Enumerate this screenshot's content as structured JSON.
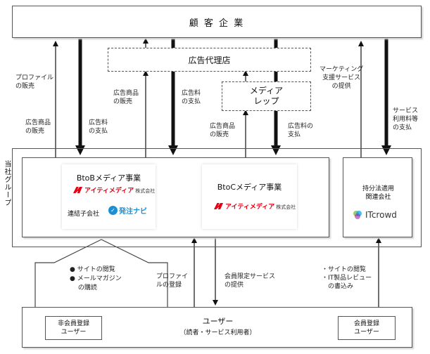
{
  "customer": "顧 客 企 業",
  "agency": "広告代理店",
  "media_rep": "メディア\nレップ",
  "group": {
    "side_label": "当社グループ",
    "btob": {
      "title": "BtoBメディア事業",
      "logo_text": "アイティメディア",
      "logo_sub": "株式会社",
      "subsidiary_label": "連結子会社",
      "subsidiary_logo": "発注ナビ"
    },
    "btoc": {
      "title": "BtoCメディア事業",
      "logo_text": "アイティメディア",
      "logo_sub": "株式会社"
    },
    "affiliate": {
      "title": "持分法適用\n関連会社",
      "logo": "ITcrowd"
    }
  },
  "user": {
    "title": "ユーザー",
    "subtitle": "（読者・サービス利用者）",
    "non_member": "非会員登録\nユーザー",
    "member": "会員登録\nユーザー"
  },
  "labels": {
    "profile_sale": "プロファイル\nの販売",
    "ad_product_sale_1": "広告商品\nの販売",
    "ad_fee_pay_1": "広告料\nの支払",
    "ad_product_sale_2": "広告商品\nの販売",
    "ad_fee_pay_2": "広告料\nの支払",
    "ad_product_sale_3": "広告商品\nの販売",
    "ad_fee_pay_3": "広告料の\n支払",
    "marketing": "マーケティング\n支援サービス\nの提供",
    "service_fee": "サービス\n利用料等\nの支払",
    "site_browse": "● サイトの閲覧\n● メールマガジン\n　 の購読",
    "profile_register": "プロファイ\nルの登録",
    "member_service": "会員限定サービス\nの提供",
    "site_review": "・サイトの閲覧\n・IT製品レビュー\n　の書込み"
  }
}
